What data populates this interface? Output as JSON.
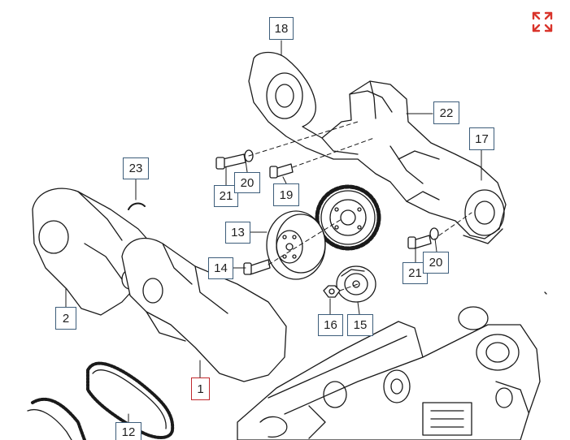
{
  "callouts": [
    {
      "id": "c18",
      "label": "18",
      "active": false
    },
    {
      "id": "c22",
      "label": "22",
      "active": false
    },
    {
      "id": "c17",
      "label": "17",
      "active": false
    },
    {
      "id": "c23",
      "label": "23",
      "active": false
    },
    {
      "id": "c21a",
      "label": "21",
      "active": false
    },
    {
      "id": "c20a",
      "label": "20",
      "active": false
    },
    {
      "id": "c19",
      "label": "19",
      "active": false
    },
    {
      "id": "c13",
      "label": "13",
      "active": false
    },
    {
      "id": "c14",
      "label": "14",
      "active": false
    },
    {
      "id": "c21b",
      "label": "21",
      "active": false
    },
    {
      "id": "c20b",
      "label": "20",
      "active": false
    },
    {
      "id": "c2",
      "label": "2",
      "active": false
    },
    {
      "id": "c16",
      "label": "16",
      "active": false
    },
    {
      "id": "c15",
      "label": "15",
      "active": false
    },
    {
      "id": "c1",
      "label": "1",
      "active": true
    },
    {
      "id": "c12",
      "label": "12",
      "active": false
    }
  ],
  "colors": {
    "callout_border": "#3d5d7a",
    "active_border": "#c0282d",
    "expand_icon": "#d9342b"
  },
  "toolbar": {
    "expand_icon": "expand-icon"
  }
}
